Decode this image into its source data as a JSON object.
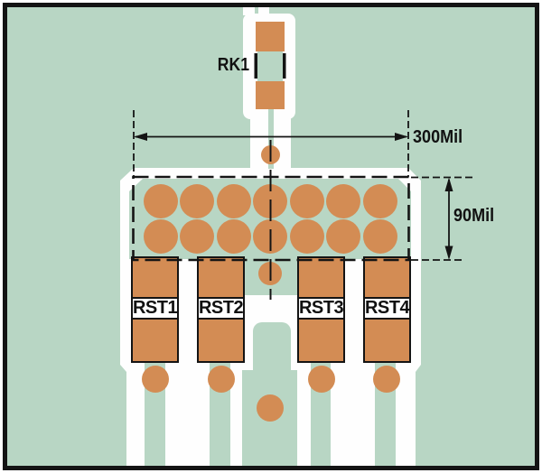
{
  "diagram": {
    "type": "pcb-footprint-layout",
    "components": {
      "rk1": {
        "label": "RK1"
      },
      "resistors": [
        {
          "label": "RST1"
        },
        {
          "label": "RST2"
        },
        {
          "label": "RST3"
        },
        {
          "label": "RST4"
        }
      ]
    },
    "dimensions": {
      "width": {
        "value": "300Mil"
      },
      "height": {
        "value": "90Mil"
      }
    },
    "pad_grid": {
      "columns": 7,
      "rows": 2
    }
  },
  "colors": {
    "board_green": "#b8d6c4",
    "copper_orange": "#d38c54",
    "outline_white": "#fefefe",
    "line_black": "#141414"
  }
}
